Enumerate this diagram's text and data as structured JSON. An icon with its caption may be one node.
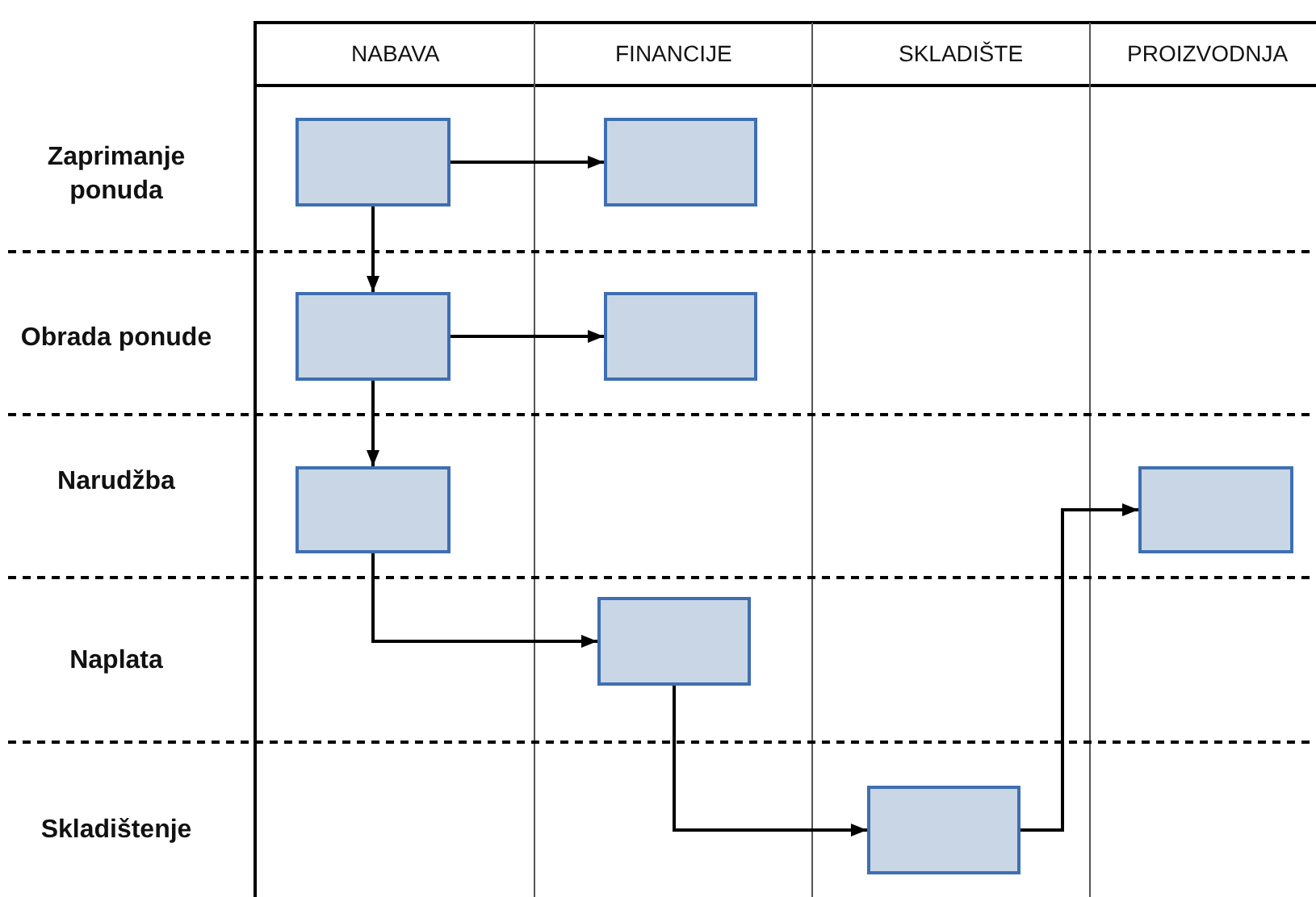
{
  "diagram": {
    "nodes": [
      {
        "text": [],
        "shape": "box"
      },
      {
        "text": [],
        "shape": "box"
      },
      {
        "text": [],
        "shape": "box"
      },
      {
        "text": [],
        "shape": "box"
      },
      {
        "text": [],
        "shape": "box"
      },
      {
        "text": [],
        "shape": "box"
      },
      {
        "text": [],
        "shape": "box"
      },
      {
        "text": [],
        "shape": "box"
      }
    ],
    "edges": [
      {
        "from": 0,
        "to": 1,
        "arrow": "to"
      },
      {
        "from": 0,
        "to": 2,
        "arrow": "to"
      },
      {
        "from": 2,
        "to": 3,
        "arrow": "to"
      },
      {
        "from": 2,
        "to": 4,
        "arrow": "to"
      },
      {
        "from": 4,
        "to": 6,
        "arrow": "to"
      },
      {
        "from": 6,
        "to": 7,
        "arrow": "to"
      },
      {
        "from": 7,
        "to": 5,
        "arrow": "to"
      }
    ],
    "labels": [
      "NABAVA",
      "FINANCIJE",
      "SKLADIŠTE",
      "PROIZVODNJA",
      "Zaprimanje ponuda",
      "Obrada ponude",
      "Narudžba",
      "Naplata",
      "Skladištenje"
    ]
  }
}
